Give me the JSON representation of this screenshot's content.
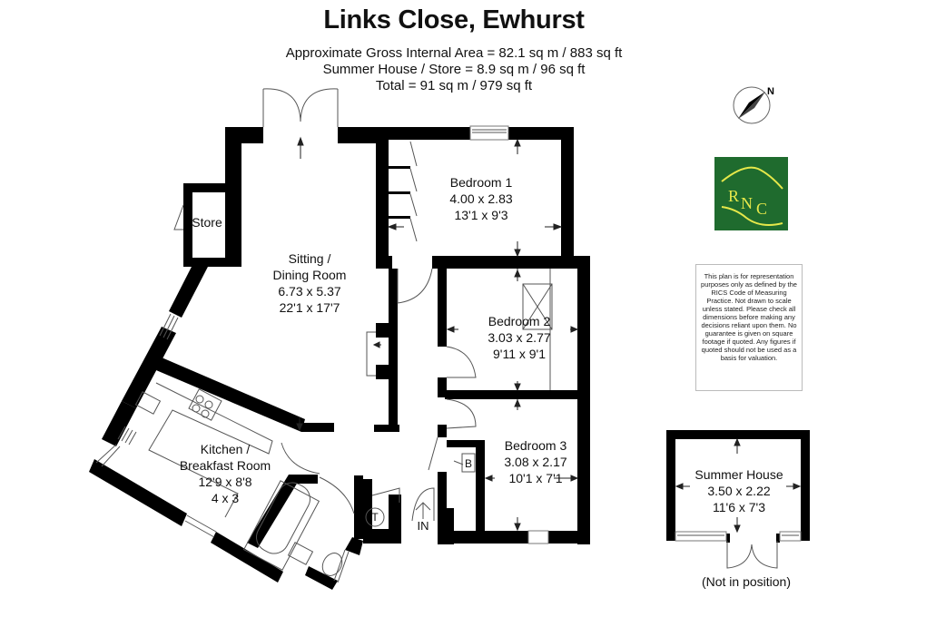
{
  "header": {
    "title": "Links Close, Ewhurst",
    "areas": [
      "Approximate Gross Internal Area = 82.1 sq m / 883 sq ft",
      "Summer House / Store = 8.9 sq m / 96 sq ft",
      "Total = 91 sq m / 979 sq ft"
    ]
  },
  "compass": {
    "label": "N",
    "icon": "compass-rose-icon"
  },
  "logo": {
    "text": "RNC",
    "bg_color": "#1f6b2e",
    "accent_color": "#e6e84a"
  },
  "disclaimer": "This plan is for representation purposes only as defined by the RICS Code of Measuring Practice. Not drawn to scale unless stated. Please check all dimensions before making any decisions reliant upon them. No guarantee is given on square footage if quoted. Any figures if quoted should not be used as a basis for valuation.",
  "rooms": {
    "store": {
      "name": "Store"
    },
    "sitting": {
      "name1": "Sitting /",
      "name2": "Dining Room",
      "metric": "6.73 x 5.37",
      "imperial": "22'1 x 17'7"
    },
    "bedroom1": {
      "name": "Bedroom 1",
      "metric": "4.00 x 2.83",
      "imperial": "13'1 x 9'3"
    },
    "bedroom2": {
      "name": "Bedroom 2",
      "metric": "3.03 x 2.77",
      "imperial": "9'11 x 9'1"
    },
    "bedroom3": {
      "name": "Bedroom 3",
      "metric": "3.08 x 2.17",
      "imperial": "10'1 x 7'1"
    },
    "kitchen": {
      "name1": "Kitchen /",
      "name2": "Breakfast Room",
      "metric": "12'9 x 8'8",
      "imperial": "4 x 3"
    },
    "summer_house": {
      "name": "Summer House",
      "metric": "3.50 x 2.22",
      "imperial": "11'6 x 7'3",
      "note": "(Not in position)"
    }
  },
  "markers": {
    "boiler": "B",
    "toilet": "T",
    "entrance": "IN"
  }
}
